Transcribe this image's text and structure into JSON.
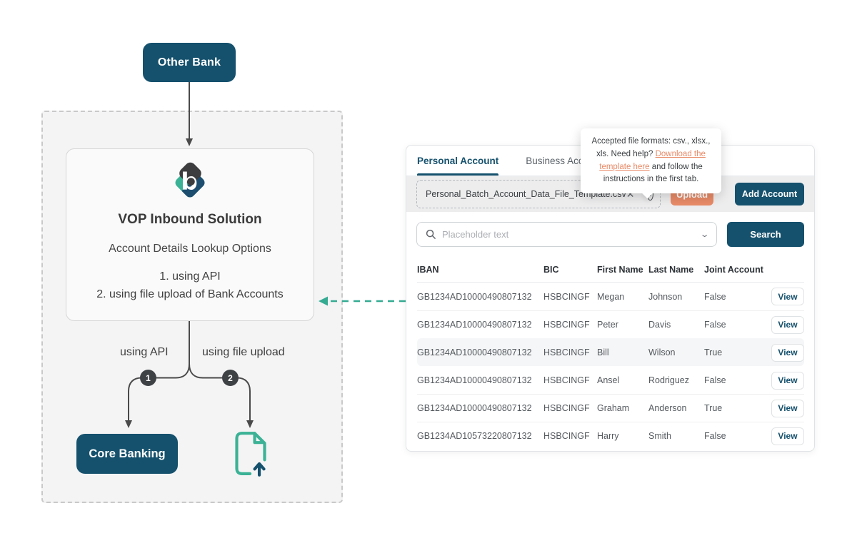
{
  "diagram": {
    "other_bank_label": "Other Bank",
    "solution": {
      "title": "VOP Inbound Solution",
      "subtitle": "Account Details Lookup Options",
      "option1": "1. using API",
      "option2": "2. using file upload of Bank Accounts"
    },
    "branch1": {
      "label": "using API",
      "number": "1"
    },
    "branch2": {
      "label": "using file upload",
      "number": "2"
    },
    "core_banking_label": "Core Banking"
  },
  "panel": {
    "tabs": [
      {
        "label": "Personal Account",
        "active": true
      },
      {
        "label": "Business Account",
        "active": false
      }
    ],
    "tooltip": {
      "line1": "Accepted file formats: csv., xlsx., xls.",
      "help_prefix": "Need help? ",
      "link_text": "Download the template here",
      "help_suffix": " and follow the instructions in the first tab."
    },
    "upload": {
      "filename": "Personal_Batch_Account_Data_File_Template.csv",
      "clear_icon": "✕",
      "help_icon": "?",
      "upload_label": "Upload",
      "add_account_label": "Add Account"
    },
    "search": {
      "placeholder": "Placeholder text",
      "button_label": "Search"
    },
    "table": {
      "headers": [
        "IBAN",
        "BIC",
        "First Name",
        "Last Name",
        "Joint Account"
      ],
      "action_label": "View",
      "rows": [
        {
          "iban": "GB1234AD10000490807132",
          "bic": "HSBCINGF",
          "first": "Megan",
          "last": "Johnson",
          "joint": "False",
          "highlight": false
        },
        {
          "iban": "GB1234AD10000490807132",
          "bic": "HSBCINGF",
          "first": "Peter",
          "last": "Davis",
          "joint": "False",
          "highlight": false
        },
        {
          "iban": "GB1234AD10000490807132",
          "bic": "HSBCINGF",
          "first": "Bill",
          "last": "Wilson",
          "joint": "True",
          "highlight": true
        },
        {
          "iban": "GB1234AD10000490807132",
          "bic": "HSBCINGF",
          "first": "Ansel",
          "last": "Rodriguez",
          "joint": "False",
          "highlight": false
        },
        {
          "iban": "GB1234AD10000490807132",
          "bic": "HSBCINGF",
          "first": "Graham",
          "last": "Anderson",
          "joint": "True",
          "highlight": false
        },
        {
          "iban": "GB1234AD10573220807132",
          "bic": "HSBCINGF",
          "first": "Harry",
          "last": "Smith",
          "joint": "False",
          "highlight": false
        }
      ]
    }
  },
  "colors": {
    "navy": "#15516d",
    "salmon": "#e88a67",
    "teal": "#3bb295",
    "badge_charcoal": "#3f4245"
  }
}
